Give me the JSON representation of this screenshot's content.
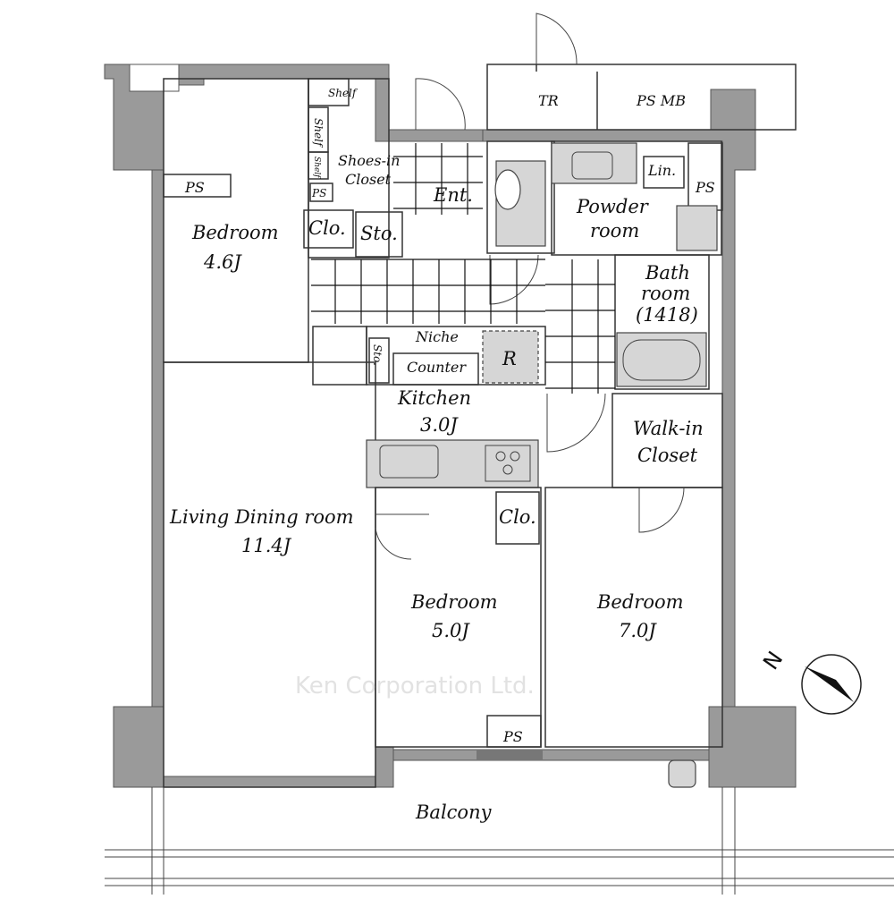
{
  "plan": {
    "rooms": {
      "bedroom_a": {
        "name": "Bedroom",
        "size": "4.6J"
      },
      "living": {
        "name": "Living Dining room",
        "size": "11.4J"
      },
      "kitchen": {
        "name": "Kitchen",
        "size": "3.0J"
      },
      "bedroom_b": {
        "name": "Bedroom",
        "size": "5.0J"
      },
      "bedroom_c": {
        "name": "Bedroom",
        "size": "7.0J"
      },
      "powder": {
        "line1": "Powder",
        "line2": "room"
      },
      "bath": {
        "line1": "Bath",
        "line2": "room",
        "line3": "(1418)"
      },
      "walkin": {
        "line1": "Walk-in",
        "line2": "Closet"
      },
      "shoes": {
        "line1": "Shoes-in",
        "line2": "Closet"
      },
      "balcony": "Balcony"
    },
    "labels": {
      "tr": "TR",
      "ps_mb": "PS  MB",
      "ent": "Ent.",
      "lin": "Lin.",
      "ps": "PS",
      "clo": "Clo.",
      "sto": "Sto.",
      "niche": "Niche",
      "counter": "Counter",
      "refrigerator": "R",
      "shelf": "Shelf"
    },
    "compass": {
      "north": "N"
    },
    "watermark": "Ken Corporation Ltd."
  }
}
